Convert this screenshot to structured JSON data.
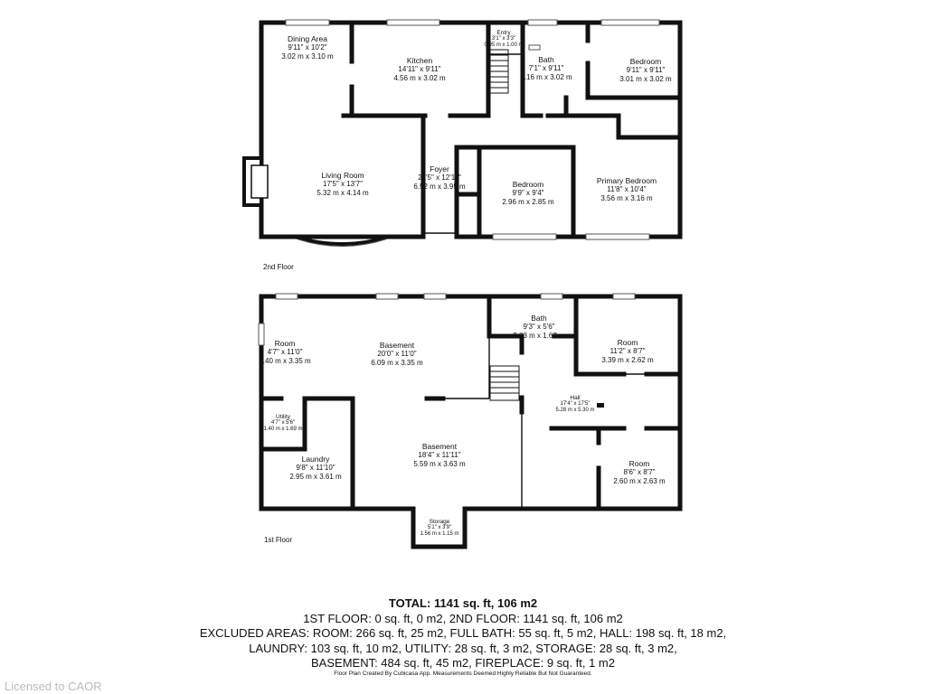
{
  "floors": [
    {
      "id": "second",
      "label": "2nd Floor",
      "rooms": [
        {
          "id": "dining-area",
          "name": "Dining Area",
          "imperial": "9'11\" x 10'2\"",
          "metric": "3.02 m x 3.10 m"
        },
        {
          "id": "kitchen",
          "name": "Kitchen",
          "imperial": "14'11\" x 9'11\"",
          "metric": "4.56 m x 3.02 m"
        },
        {
          "id": "entry",
          "name": "Entry",
          "imperial": "3'1\" x 3'3\"",
          "metric": "0.95 m x 1.00 m"
        },
        {
          "id": "bath-upper",
          "name": "Bath",
          "imperial": "7'1\" x 9'11\"",
          "metric": "2.16 m x 3.02 m"
        },
        {
          "id": "bedroom-ne",
          "name": "Bedroom",
          "imperial": "9'11\" x 9'11\"",
          "metric": "3.01 m x 3.02 m"
        },
        {
          "id": "living-room",
          "name": "Living Room",
          "imperial": "17'5\" x 13'7\"",
          "metric": "5.32 m x 4.14 m"
        },
        {
          "id": "foyer",
          "name": "Foyer",
          "imperial": "21'5\" x 12'11\"",
          "metric": "6.52 m x 3.95 m"
        },
        {
          "id": "bedroom-s",
          "name": "Bedroom",
          "imperial": "9'9\" x 9'4\"",
          "metric": "2.96 m x 2.85 m"
        },
        {
          "id": "primary-bedroom",
          "name": "Primary Bedroom",
          "imperial": "11'8\" x 10'4\"",
          "metric": "3.56 m x 3.16 m"
        }
      ]
    },
    {
      "id": "first",
      "label": "1st Floor",
      "rooms": [
        {
          "id": "room-west",
          "name": "Room",
          "imperial": "4'7\" x 11'0\"",
          "metric": "1.40 m x 3.35 m"
        },
        {
          "id": "basement-north",
          "name": "Basement",
          "imperial": "20'0\" x 11'0\"",
          "metric": "6.09 m x 3.35 m"
        },
        {
          "id": "bath-lower",
          "name": "Bath",
          "imperial": "9'3\" x 5'6\"",
          "metric": "2.83 m x 1.67 m"
        },
        {
          "id": "room-ne",
          "name": "Room",
          "imperial": "11'2\" x 8'7\"",
          "metric": "3.39 m x 2.62 m"
        },
        {
          "id": "utility",
          "name": "Utility",
          "imperial": "4'7\" x 5'6\"",
          "metric": "1.40 m x 1.69 m"
        },
        {
          "id": "hall",
          "name": "Hall",
          "imperial": "17'4\" x 17'5\"",
          "metric": "5.28 m x 5.30 m"
        },
        {
          "id": "laundry",
          "name": "Laundry",
          "imperial": "9'8\" x 11'10\"",
          "metric": "2.95 m x 3.61 m"
        },
        {
          "id": "basement-south",
          "name": "Basement",
          "imperial": "18'4\" x 11'11\"",
          "metric": "5.59 m x 3.63 m"
        },
        {
          "id": "room-se",
          "name": "Room",
          "imperial": "8'6\" x 8'7\"",
          "metric": "2.60 m x 2.63 m"
        },
        {
          "id": "storage",
          "name": "Storage",
          "imperial": "5'1\" x 3'9\"",
          "metric": "1.56 m x 1.15 m"
        }
      ]
    }
  ],
  "summary": {
    "total": "TOTAL: 1141 sq. ft, 106 m2",
    "lines": [
      "1ST FLOOR: 0 sq. ft, 0 m2, 2ND FLOOR: 1141 sq. ft, 106 m2",
      "EXCLUDED AREAS: ROOM: 266 sq. ft, 25 m2, FULL BATH: 55 sq. ft, 5 m2, HALL: 198 sq. ft, 18 m2,",
      "LAUNDRY: 103 sq. ft, 10 m2, UTILITY: 28 sq. ft, 3 m2, STORAGE: 28 sq. ft, 3 m2,",
      "BASEMENT: 484 sq. ft, 45 m2, FIREPLACE: 9 sq. ft, 1 m2"
    ]
  },
  "disclaimer": "Floor Plan Created By Cubicasa App. Measurements Deemed Highly Reliable But Not Guaranteed.",
  "watermark": "Licensed to CAOR"
}
